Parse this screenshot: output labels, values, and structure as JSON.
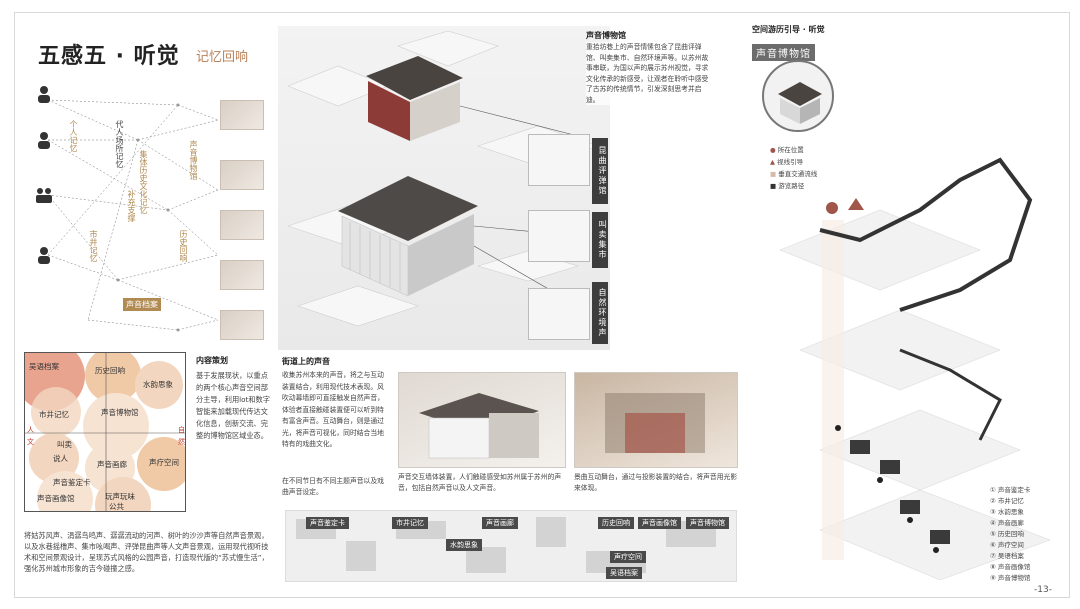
{
  "title": "五感五 · 听觉",
  "subtitle": "记忆回响",
  "network": {
    "labels": [
      "集体历史文化记忆",
      "补充支撑",
      "代人场所记忆",
      "声音档案",
      "历史回响",
      "市井记忆",
      "声音博物馆",
      "个人记忆"
    ]
  },
  "matrix": {
    "items": [
      "吴语档案",
      "历史回响",
      "水韵思象",
      "市井记忆",
      "声音博物馆",
      "叫卖",
      "说人",
      "声音画廊",
      "声疗空间",
      "声音鉴定卡",
      "声音画像馆",
      "玩声玩味",
      "公共"
    ],
    "axis_left": [
      "人",
      "文"
    ],
    "axis_right": [
      "自",
      "然"
    ]
  },
  "content_plan": {
    "heading": "内容策划",
    "text": "基于发展现状，以重点的两个核心声音空间部分主导，利用lot和数字智能来加载现代传达文化信息，创新交流、完整的博物馆区域业态。"
  },
  "bottom_left_text": "将姑苏风声、涓潺鸟鸣声、潺潺流动的河声、树叶的沙沙声等自然声音景观，以及水巷摇橹声、集市吆喝声、评弹昆曲声等人文声音景观，运用现代视听技术和空间景观设计，呈现苏式风格的公园声音，打造现代版的“苏式慢生活”，强化苏州城市形象的吉今碰撞之感。",
  "museum_block": {
    "heading": "声音博物馆",
    "text": "重拾坊巷上的声音情愫包含了昆曲评弹馆、叫卖集市、自然环境声等。以苏州故事串联，为国以声的展示苏州视觉，寻求文化传承的新感受，让观者在聆听中感受了古苏的传统情节，引发深刻思考并启迪。"
  },
  "aerial_tags": [
    "昆曲评弹馆",
    "叫卖集市",
    "自然环境声"
  ],
  "street_sound": {
    "heading": "街道上的声音",
    "text": "收集苏州本来的声音，将之与互动装置结合，利用现代技术表现。风吹动幕墙即可直接触发自然声音，体验者直接触碰装置便可以听到特有富含声音。互动舞台，则是通过光，将声音可视化，同时结合当地特有的戏曲文化。",
    "text2": "在不同节日有不同主题声音以及戏曲声音设定。"
  },
  "photo_captions": {
    "left": "声音交互墙体装置，人们触碰感受如苏州属于苏州的声音，包括自然声音以及人文声音。",
    "right": "景曲互动舞台，通过与投影装置的结合，将声音用光影来体现。"
  },
  "map": {
    "labels": [
      "声音鉴定卡",
      "市井记忆",
      "声音画廊",
      "历史回响",
      "声音画像馆",
      "声音博物馆",
      "水韵思象",
      "声疗空间",
      "吴语档案"
    ]
  },
  "right_panel": {
    "title": "空间游历引导 · 听觉",
    "museum_label": "声音博物馆",
    "legend": [
      "所在位置",
      "视线引导",
      "垂直交通流线",
      "游览路径"
    ],
    "stops": [
      "声音鉴定卡",
      "市井记忆",
      "水韵思象",
      "声音画廊",
      "历史回响",
      "声疗空间",
      "吴语档案",
      "声音画像馆",
      "声音博物馆"
    ],
    "stop_numbers": [
      "①",
      "②",
      "③",
      "④",
      "⑤",
      "⑥",
      "⑦",
      "⑧",
      "⑨"
    ]
  },
  "page_number": "-13-"
}
